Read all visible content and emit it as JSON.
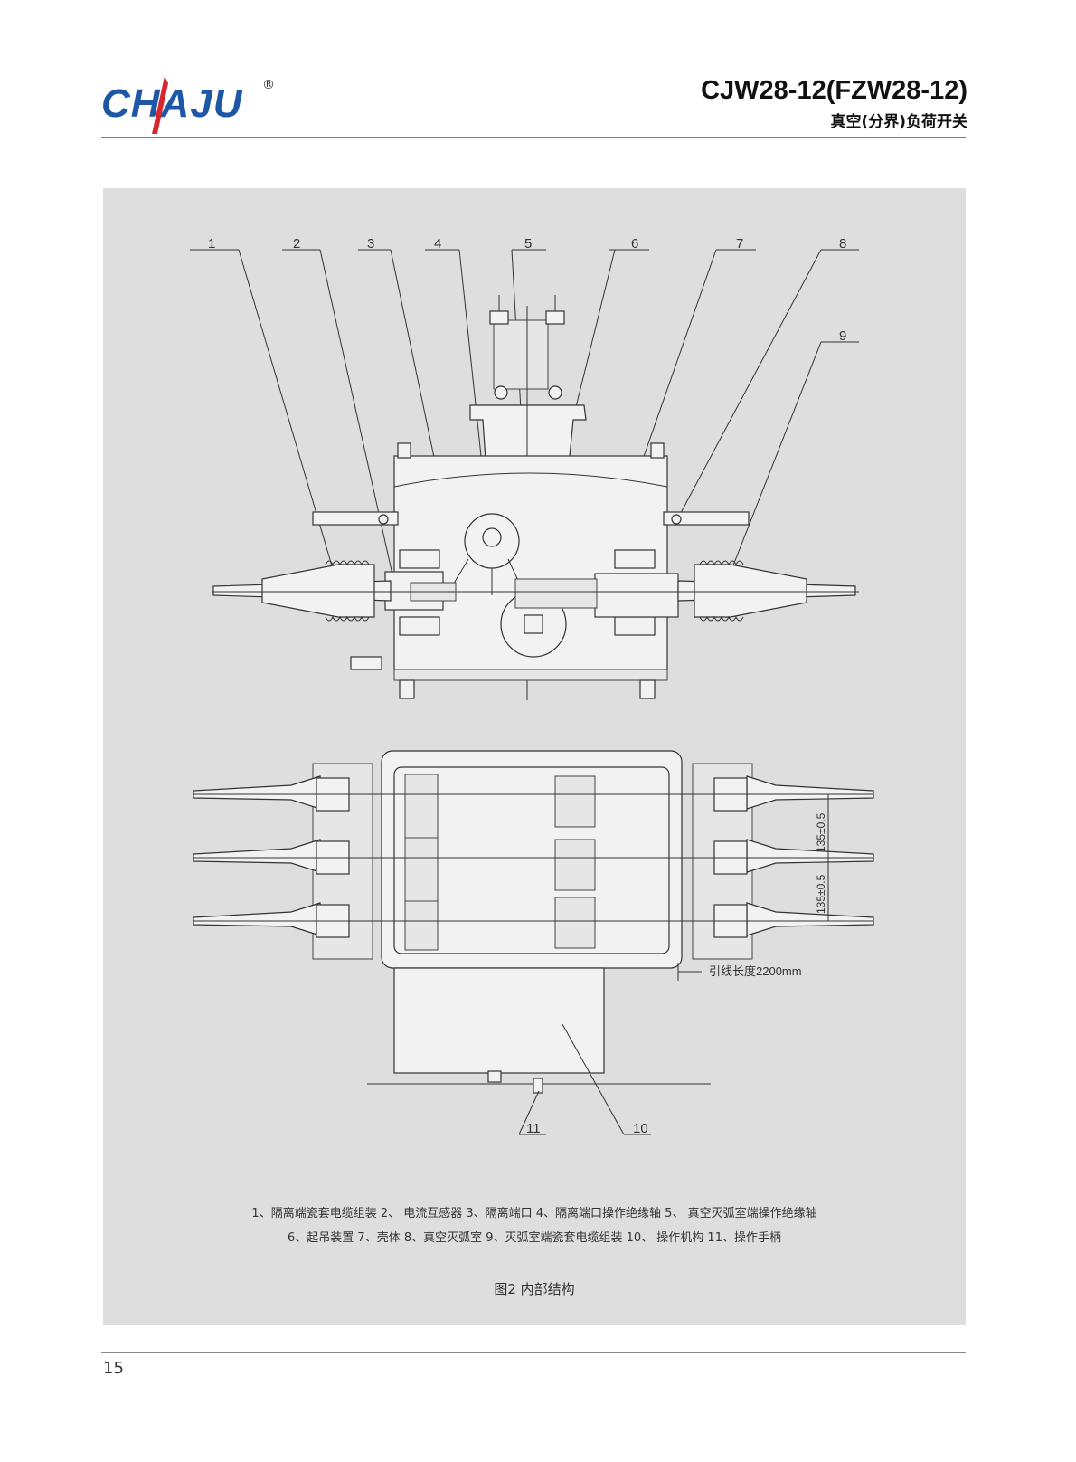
{
  "header": {
    "logo_text": "CHAJU",
    "logo_reg": "®",
    "model": "CJW28-12(FZW28-12)",
    "subtitle": "真空(分界)负荷开关"
  },
  "figure": {
    "callouts_top": [
      "1",
      "2",
      "3",
      "4",
      "5",
      "6",
      "7",
      "8",
      "9"
    ],
    "callouts_bottom": [
      "11",
      "10"
    ],
    "dim_label_1": "135±0.5",
    "dim_label_2": "135±0.5",
    "lead_length": "引线长度2200mm"
  },
  "legend": {
    "line1": "1、隔离端瓷套电缆组装  2、 电流互感器  3、隔离端口  4、隔离端口操作绝缘轴  5、 真空灭弧室端操作绝缘轴",
    "line2": "6、起吊装置  7、壳体  8、真空灭弧室  9、灭弧室端瓷套电缆组装  10、 操作机构  11、操作手柄"
  },
  "caption": "图2    内部结构",
  "page_number": "15",
  "colors": {
    "brand_blue": "#1f57a7",
    "brand_red": "#d8262e",
    "panel_bg": "#dedede"
  }
}
